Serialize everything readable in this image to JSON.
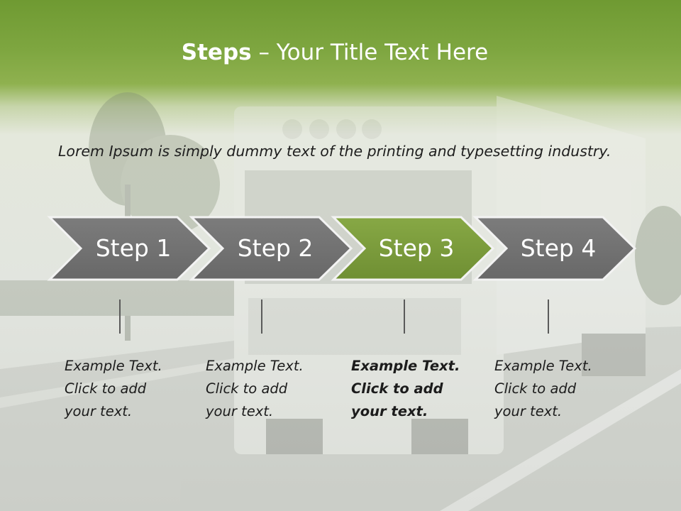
{
  "slide": {
    "title_bold": "Steps",
    "title_rest": " – Your Title Text Here",
    "intro": "Lorem Ipsum is simply dummy text of the printing and typesetting industry.",
    "steps": [
      {
        "label": "Step 1",
        "active": false,
        "lines": [
          "Example Text.",
          "Click  to add",
          "your text."
        ]
      },
      {
        "label": "Step 2",
        "active": false,
        "lines": [
          "Example Text.",
          "Click  to add",
          "your text."
        ]
      },
      {
        "label": "Step 3",
        "active": true,
        "lines": [
          "Example Text.",
          "Click  to add",
          "your text."
        ]
      },
      {
        "label": "Step 4",
        "active": false,
        "lines": [
          "Example Text.",
          "Click  to add",
          "your text."
        ]
      }
    ]
  },
  "colors": {
    "header_green": "#7ea640",
    "step_gray": "#727272",
    "step_active_green": "#7a9b3a",
    "text": "#1e1e1e"
  }
}
